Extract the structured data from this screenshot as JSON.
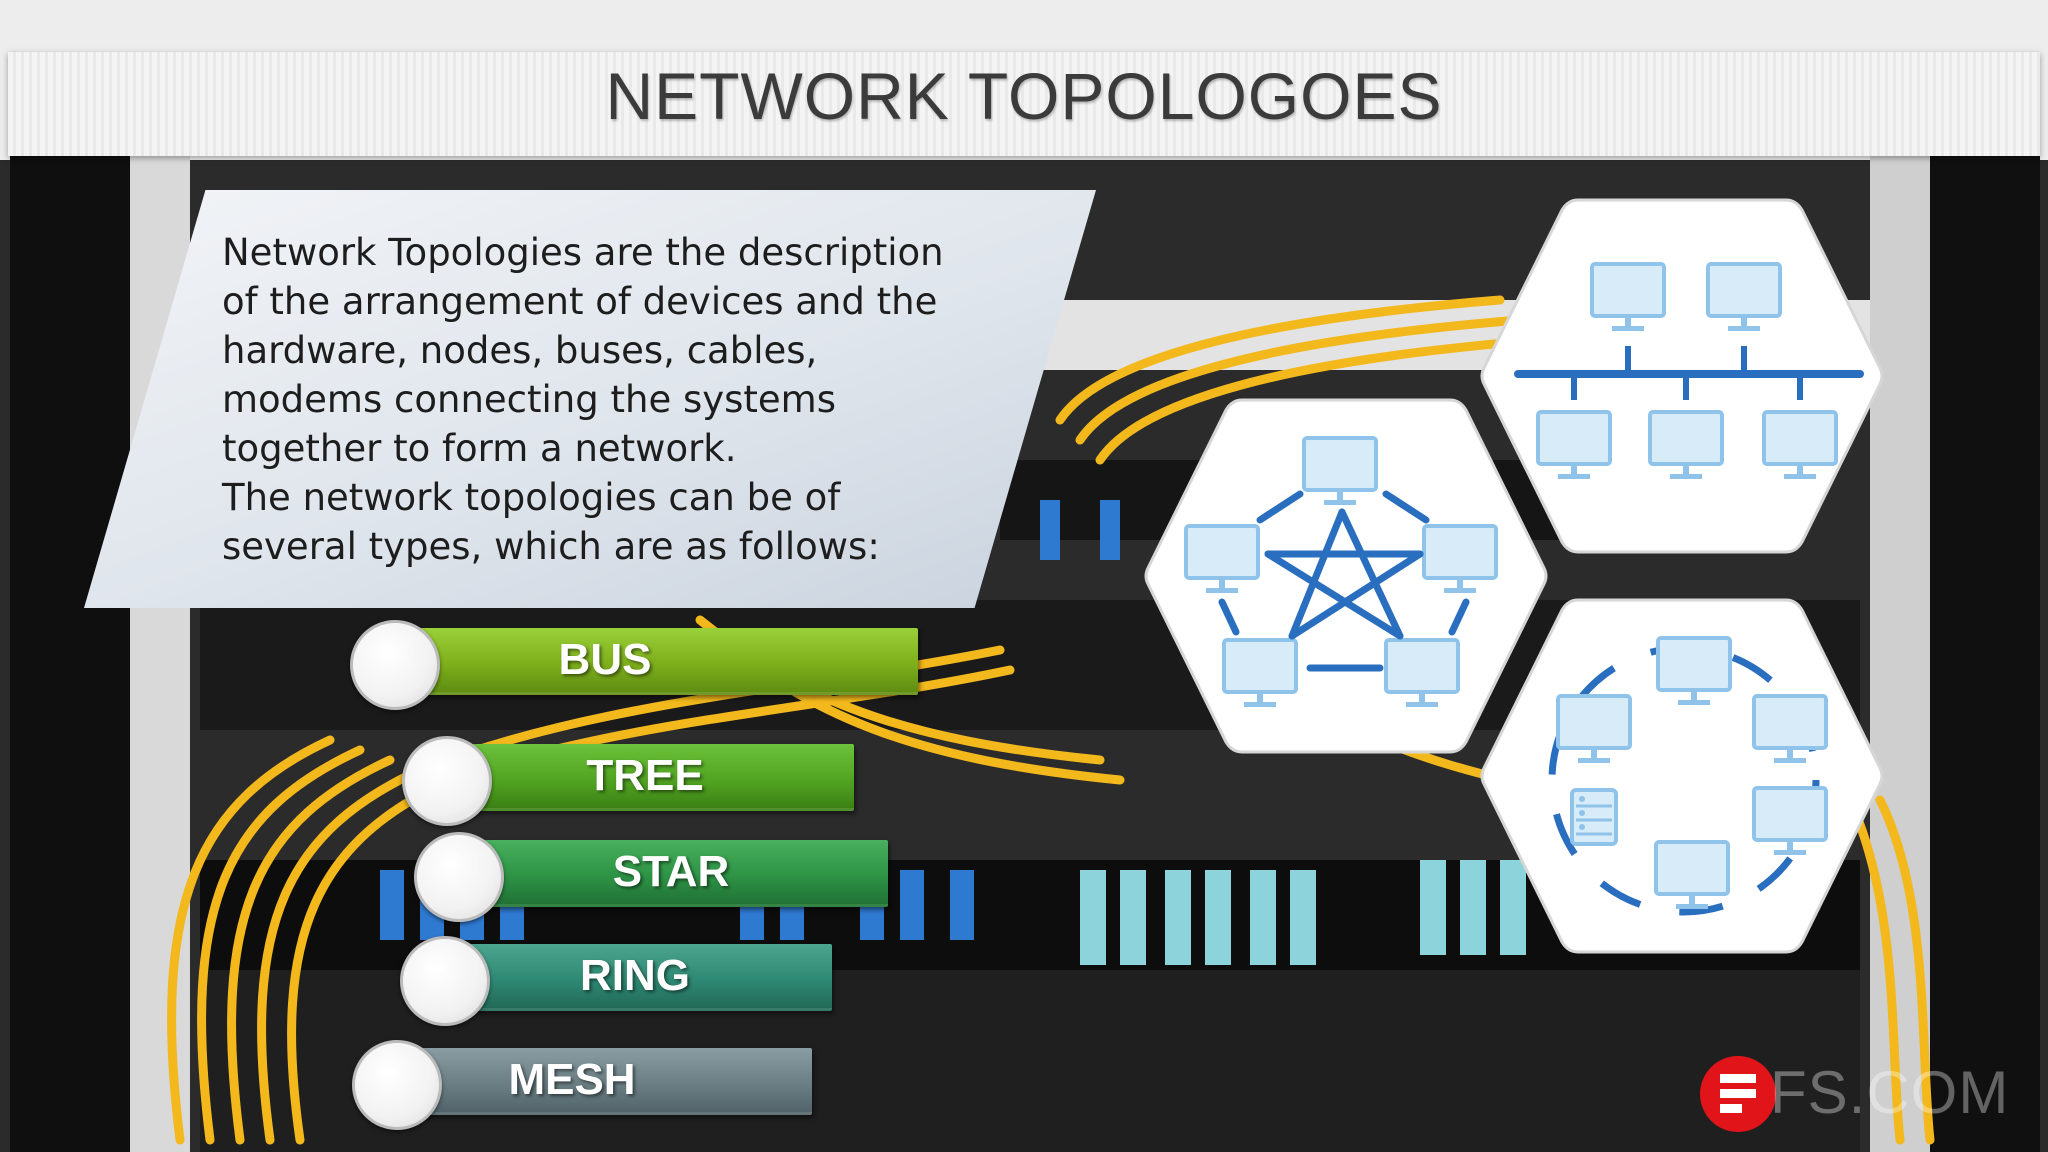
{
  "slide": {
    "title": "NETWORK TOPOLOGOES",
    "description": [
      "Network Topologies are the description of the arrangement of devices and the hardware,  nodes, buses, cables, modems connecting the systems together to form a network.",
      "The network topologies can be of several types, which are as follows:"
    ]
  },
  "topologies": [
    {
      "label": "BUS",
      "color": "#7fb01c"
    },
    {
      "label": "TREE",
      "color": "#52a522"
    },
    {
      "label": "STAR",
      "color": "#2e9446"
    },
    {
      "label": "RING",
      "color": "#2f8a74"
    },
    {
      "label": "MESH",
      "color": "#6b7f84"
    }
  ],
  "diagrams": [
    {
      "name": "bus",
      "icon": "bus-topology-diagram"
    },
    {
      "name": "mesh-star",
      "icon": "star-mesh-topology-diagram"
    },
    {
      "name": "ring",
      "icon": "ring-topology-diagram"
    }
  ],
  "watermark": {
    "text": "FS.COM",
    "mark_color": "#e1141a"
  },
  "colors": {
    "diagram_blue": "#2a6fbf",
    "computer_blue": "#8fc3ea",
    "cable_yellow": "#f2b81c"
  }
}
